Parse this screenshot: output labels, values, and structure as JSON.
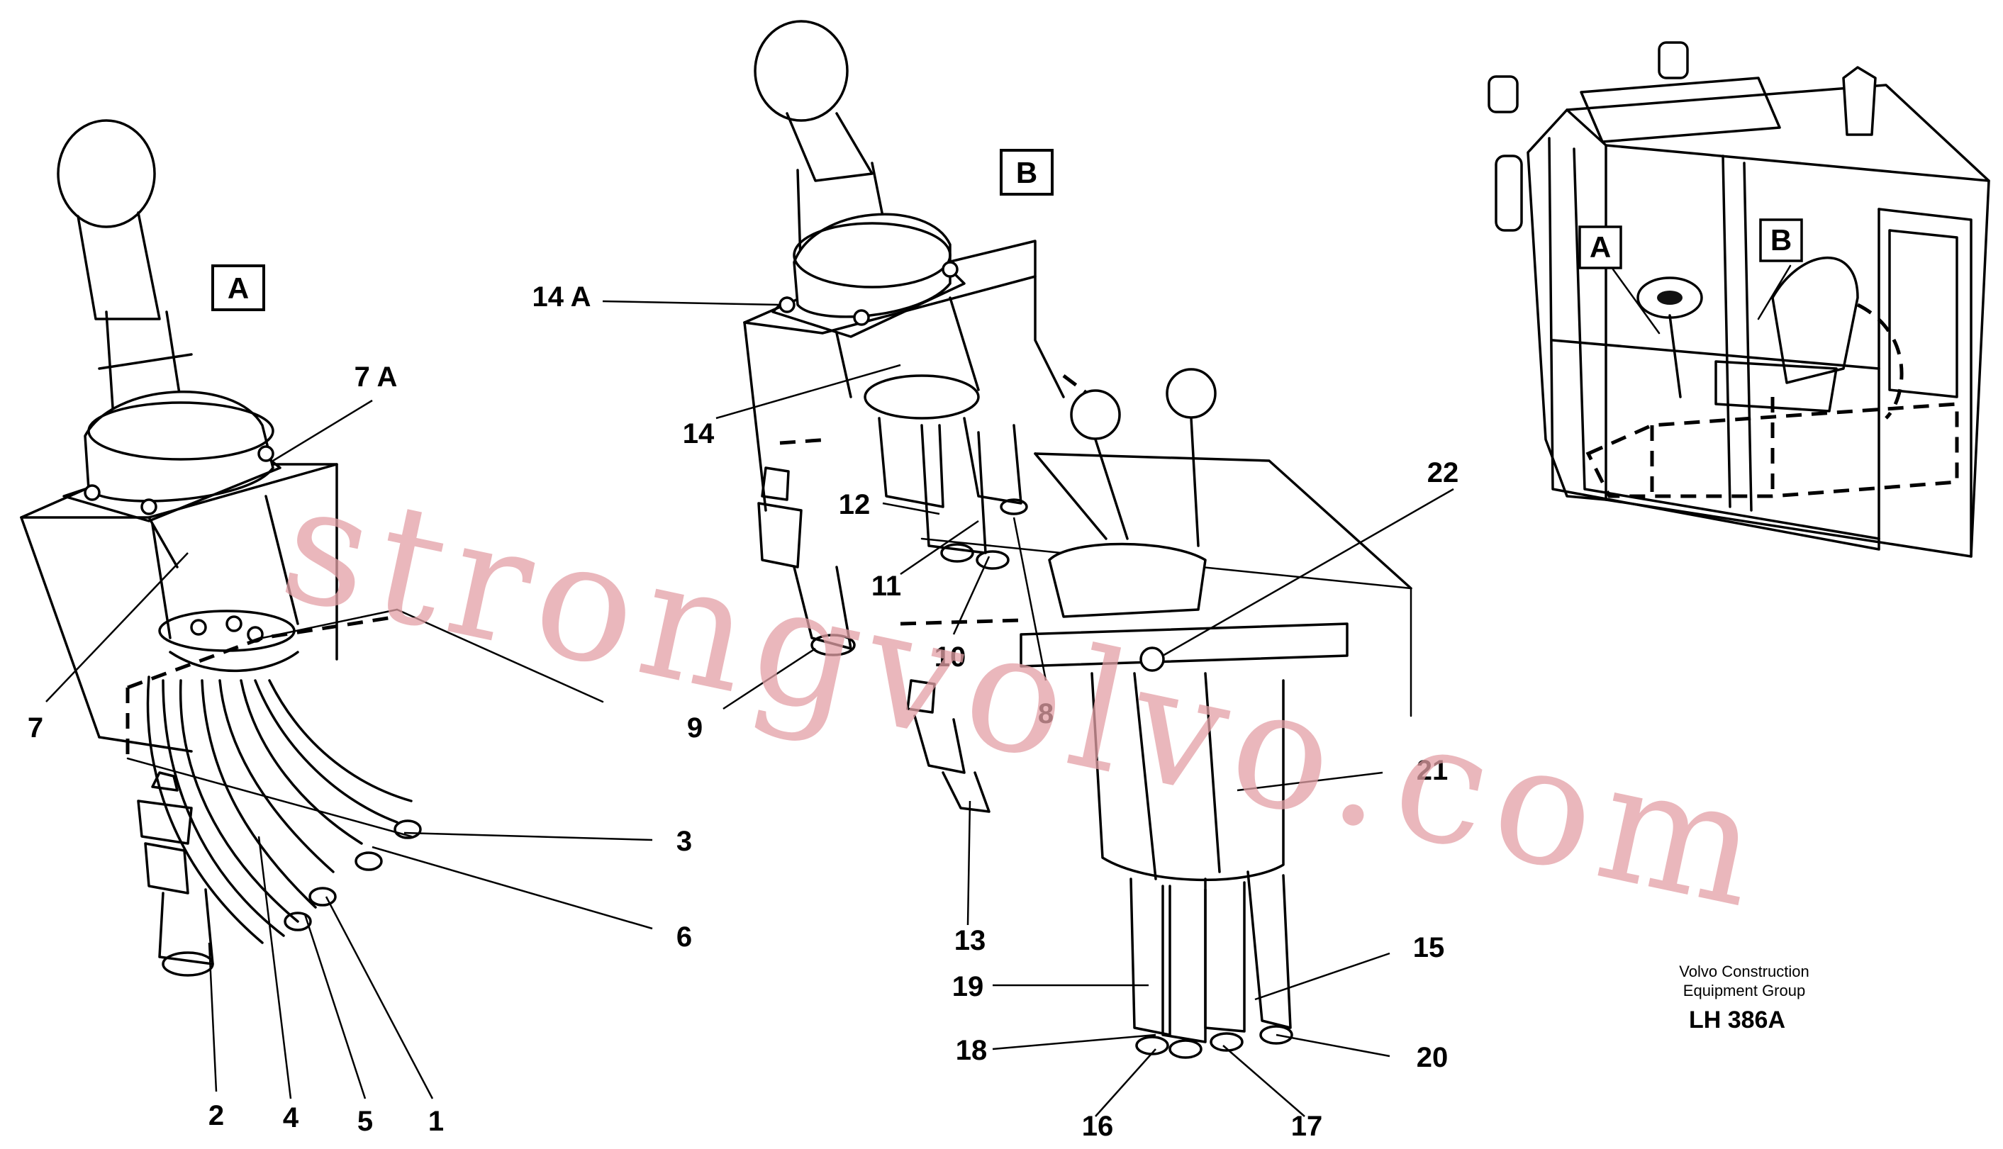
{
  "diagram": {
    "view_labels": {
      "a": "A",
      "b": "B"
    },
    "inset_labels": {
      "a": "A",
      "b": "B"
    },
    "part_numbers": {
      "p1": "1",
      "p2": "2",
      "p3": "3",
      "p4": "4",
      "p5": "5",
      "p6": "6",
      "p7": "7",
      "p7a": "7 A",
      "p8": "8",
      "p9": "9",
      "p10": "10",
      "p11": "11",
      "p12": "12",
      "p13": "13",
      "p14": "14",
      "p14a": "14 A",
      "p15": "15",
      "p16": "16",
      "p17": "17",
      "p18": "18",
      "p19": "19",
      "p20": "20",
      "p21": "21",
      "p22": "22"
    },
    "credit_line1": "Volvo Construction",
    "credit_line2": "Equipment Group",
    "drawing_code": "LH 386A",
    "watermark": "strongvolvo.com"
  },
  "colors": {
    "ink": "#000000",
    "watermark": "#e3a0a6",
    "paper": "#ffffff"
  }
}
